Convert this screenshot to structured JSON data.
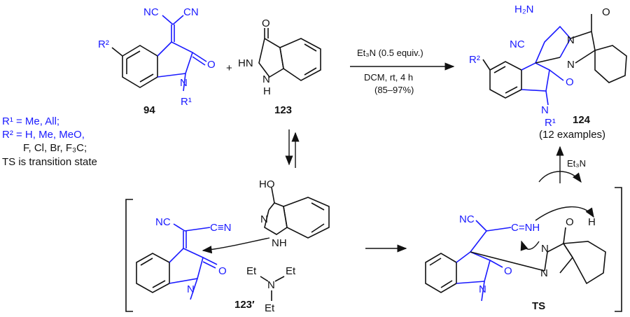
{
  "compounds": {
    "c94": "94",
    "c123": "123",
    "c124": "124",
    "c123p": "123′",
    "ts": "TS"
  },
  "legend": {
    "r1": "R¹ = Me, All;",
    "r2_line1": "R² = H, Me, MeO,",
    "r2_line2": "F, Cl, Br, F₃C;",
    "ts_note": "TS is transition state"
  },
  "conditions": {
    "reagent": "Et₃N (0.5 equiv.)",
    "solvent": "DCM, rt, 4 h",
    "yield": "(85–97%)"
  },
  "product_note": "(12 examples)",
  "step_reagent": "Et₃N",
  "plus": "+",
  "atoms": {
    "nc": "NC",
    "cn": "CN",
    "o": "O",
    "n": "N",
    "hn": "HN",
    "h": "H",
    "nh": "N",
    "h2n": "H₂N",
    "ho": "HO",
    "oh": "O",
    "et": "Et",
    "r1": "R¹",
    "r2": "R²",
    "nh_imine": "NH",
    "cn_triple": "C≡N",
    "c_eq_nh": "C=NH"
  },
  "colors": {
    "black": "#111111",
    "blue": "#1a1aff"
  }
}
